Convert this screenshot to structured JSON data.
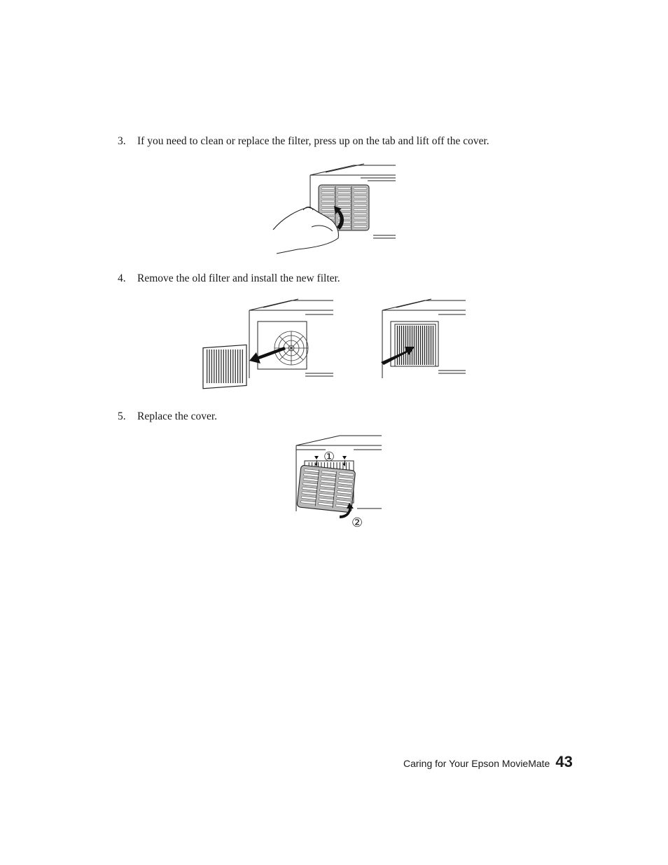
{
  "steps": [
    {
      "number": "3.",
      "text": "If you need to clean or replace the filter, press up on the tab and lift off the cover."
    },
    {
      "number": "4.",
      "text": "Remove the old filter and install the new filter."
    },
    {
      "number": "5.",
      "text": "Replace the cover."
    }
  ],
  "figure3_callouts": [
    "①",
    "②"
  ],
  "footer": {
    "section": "Caring for Your Epson MovieMate",
    "page": "43"
  }
}
